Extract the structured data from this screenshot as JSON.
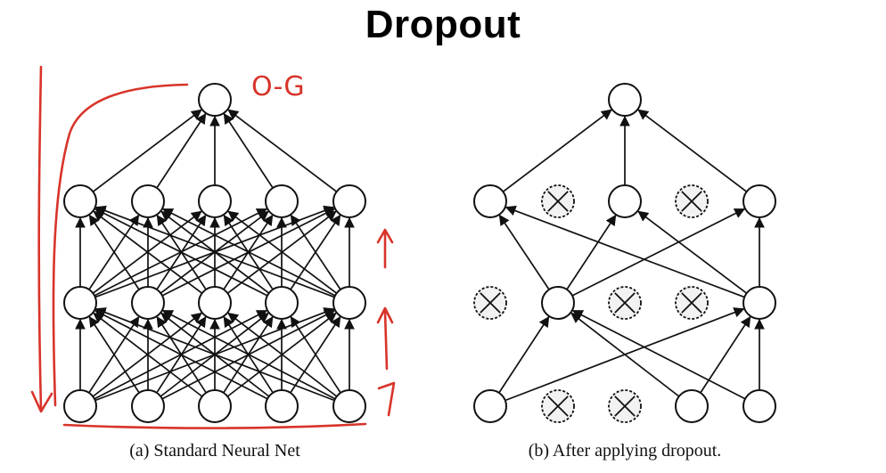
{
  "title": "Dropout",
  "captions": {
    "standard": "(a) Standard Neural Net",
    "dropout": "(b) After applying dropout."
  },
  "annotation": "O-G",
  "colors": {
    "ink": "#111111",
    "dropped_fill": "#f2f2f2",
    "annotation": "#d8342a"
  },
  "networks": {
    "standard": {
      "layers": [
        {
          "name": "input",
          "dropped": [
            false,
            false,
            false,
            false,
            false
          ]
        },
        {
          "name": "hidden-1",
          "dropped": [
            false,
            false,
            false,
            false,
            false
          ]
        },
        {
          "name": "hidden-2",
          "dropped": [
            false,
            false,
            false,
            false,
            false
          ]
        },
        {
          "name": "output",
          "dropped": [
            false
          ]
        }
      ]
    },
    "dropout": {
      "layers": [
        {
          "name": "input",
          "dropped": [
            false,
            true,
            true,
            false,
            false
          ]
        },
        {
          "name": "hidden-1",
          "dropped": [
            true,
            false,
            true,
            true,
            false
          ]
        },
        {
          "name": "hidden-2",
          "dropped": [
            false,
            true,
            false,
            true,
            false
          ]
        },
        {
          "name": "output",
          "dropped": [
            false
          ]
        }
      ]
    }
  }
}
